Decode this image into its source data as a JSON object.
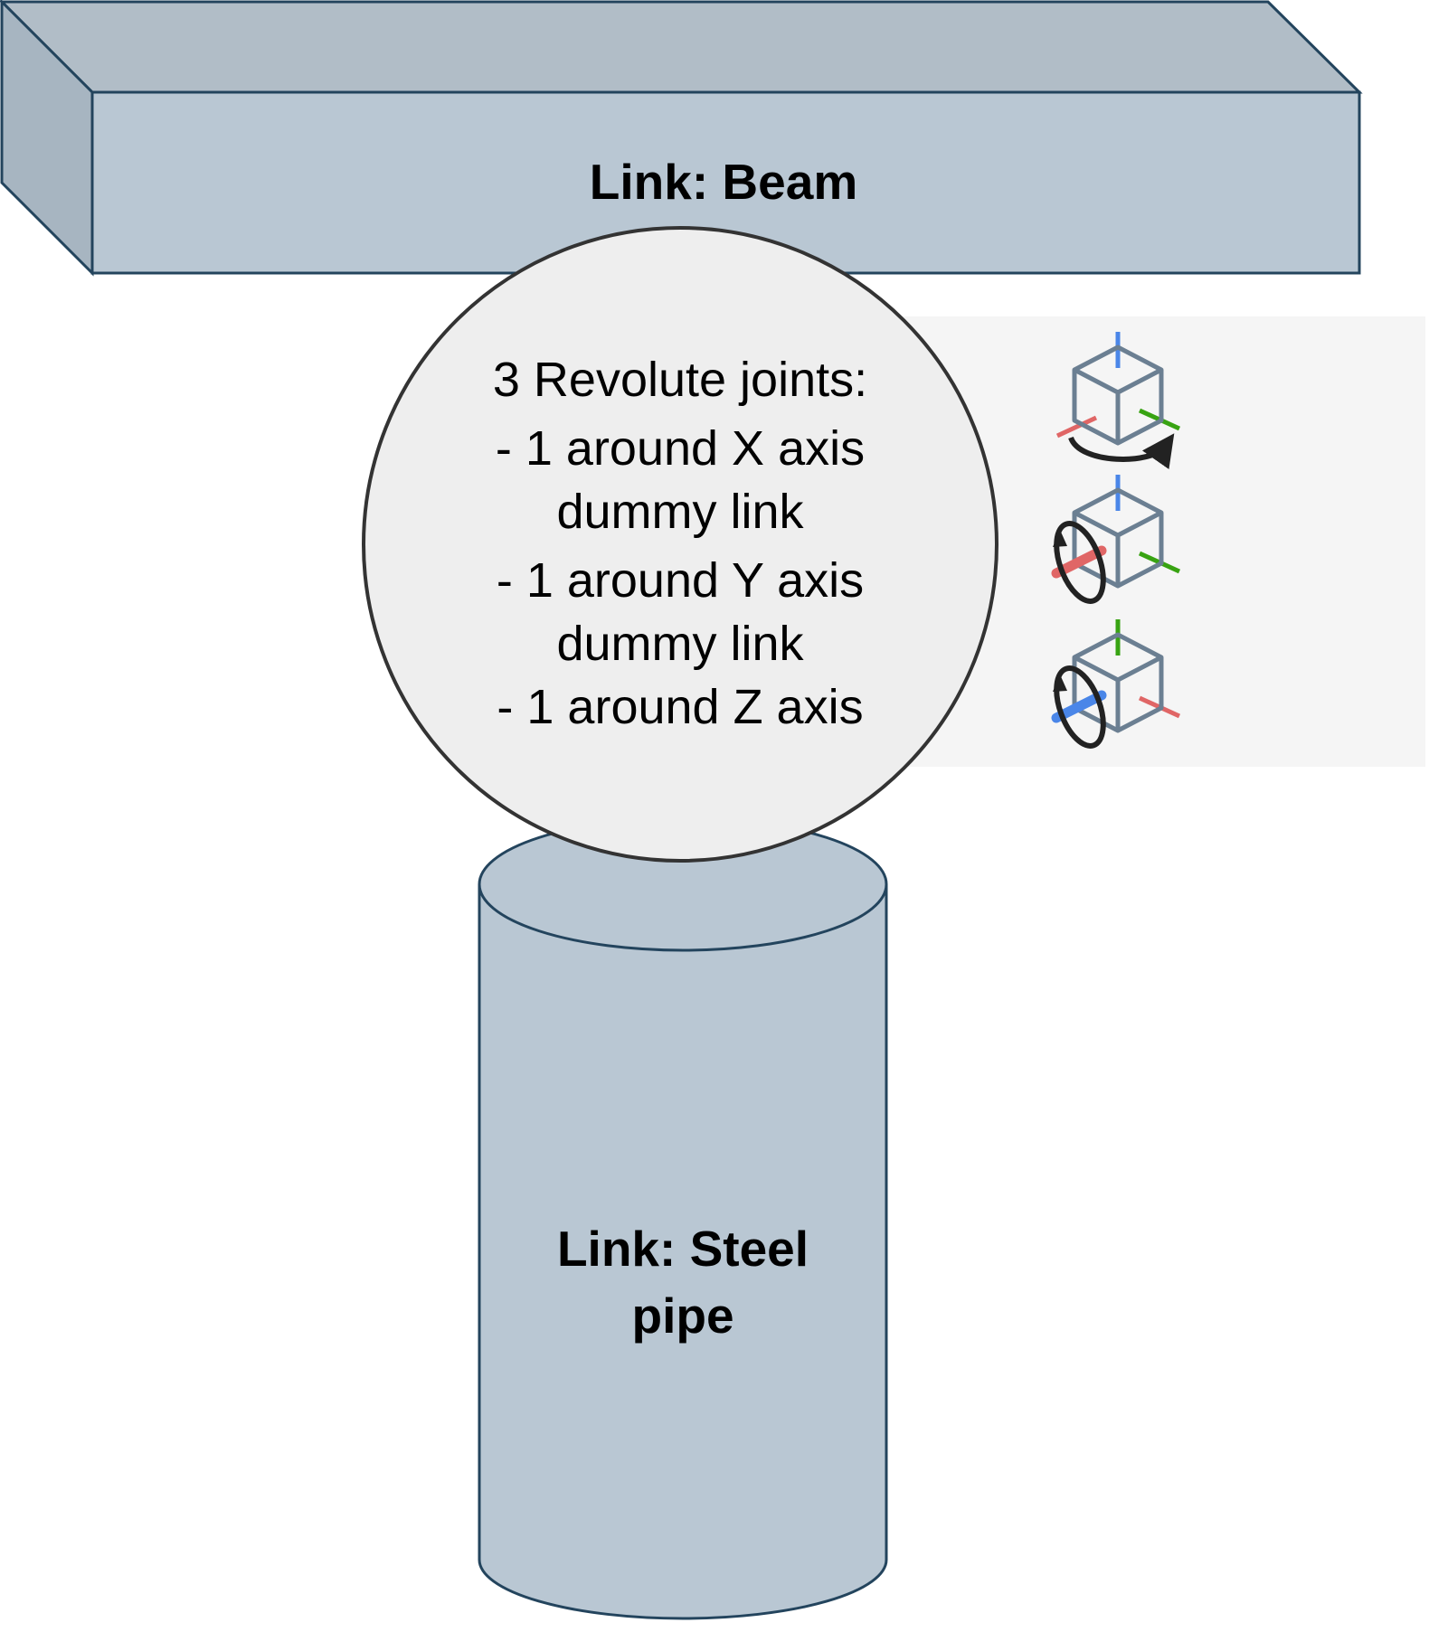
{
  "beam": {
    "label": "Link: Beam"
  },
  "joint": {
    "lines": [
      "3 Revolute joints:",
      "- 1 around X axis",
      "dummy link",
      "- 1 around Y axis",
      "dummy link",
      "- 1 around Z axis"
    ]
  },
  "pipe": {
    "label_lines": [
      "Link: Steel",
      "pipe"
    ]
  },
  "axis_icons": [
    {
      "icon": "rotate-around-vertical-axis-icon",
      "vertical_axis_color": "#4a86e8",
      "left_axis_color": "#e06666",
      "right_axis_color": "#38a312"
    },
    {
      "icon": "rotate-around-red-axis-icon",
      "vertical_axis_color": "#4a86e8",
      "left_axis_color": "#e06666",
      "right_axis_color": "#38a312"
    },
    {
      "icon": "rotate-around-blue-axis-icon",
      "vertical_axis_color": "#38a312",
      "left_axis_color": "#4a86e8",
      "right_axis_color": "#e06666"
    }
  ],
  "colors": {
    "shape_fill": "#b9c7d3",
    "shape_top": "#b1bdc7",
    "shape_side": "#a7b5c1",
    "shape_stroke": "#23445d",
    "joint_fill": "#eeeeee",
    "joint_stroke": "#333333",
    "icon_panel": "#f5f5f5"
  }
}
